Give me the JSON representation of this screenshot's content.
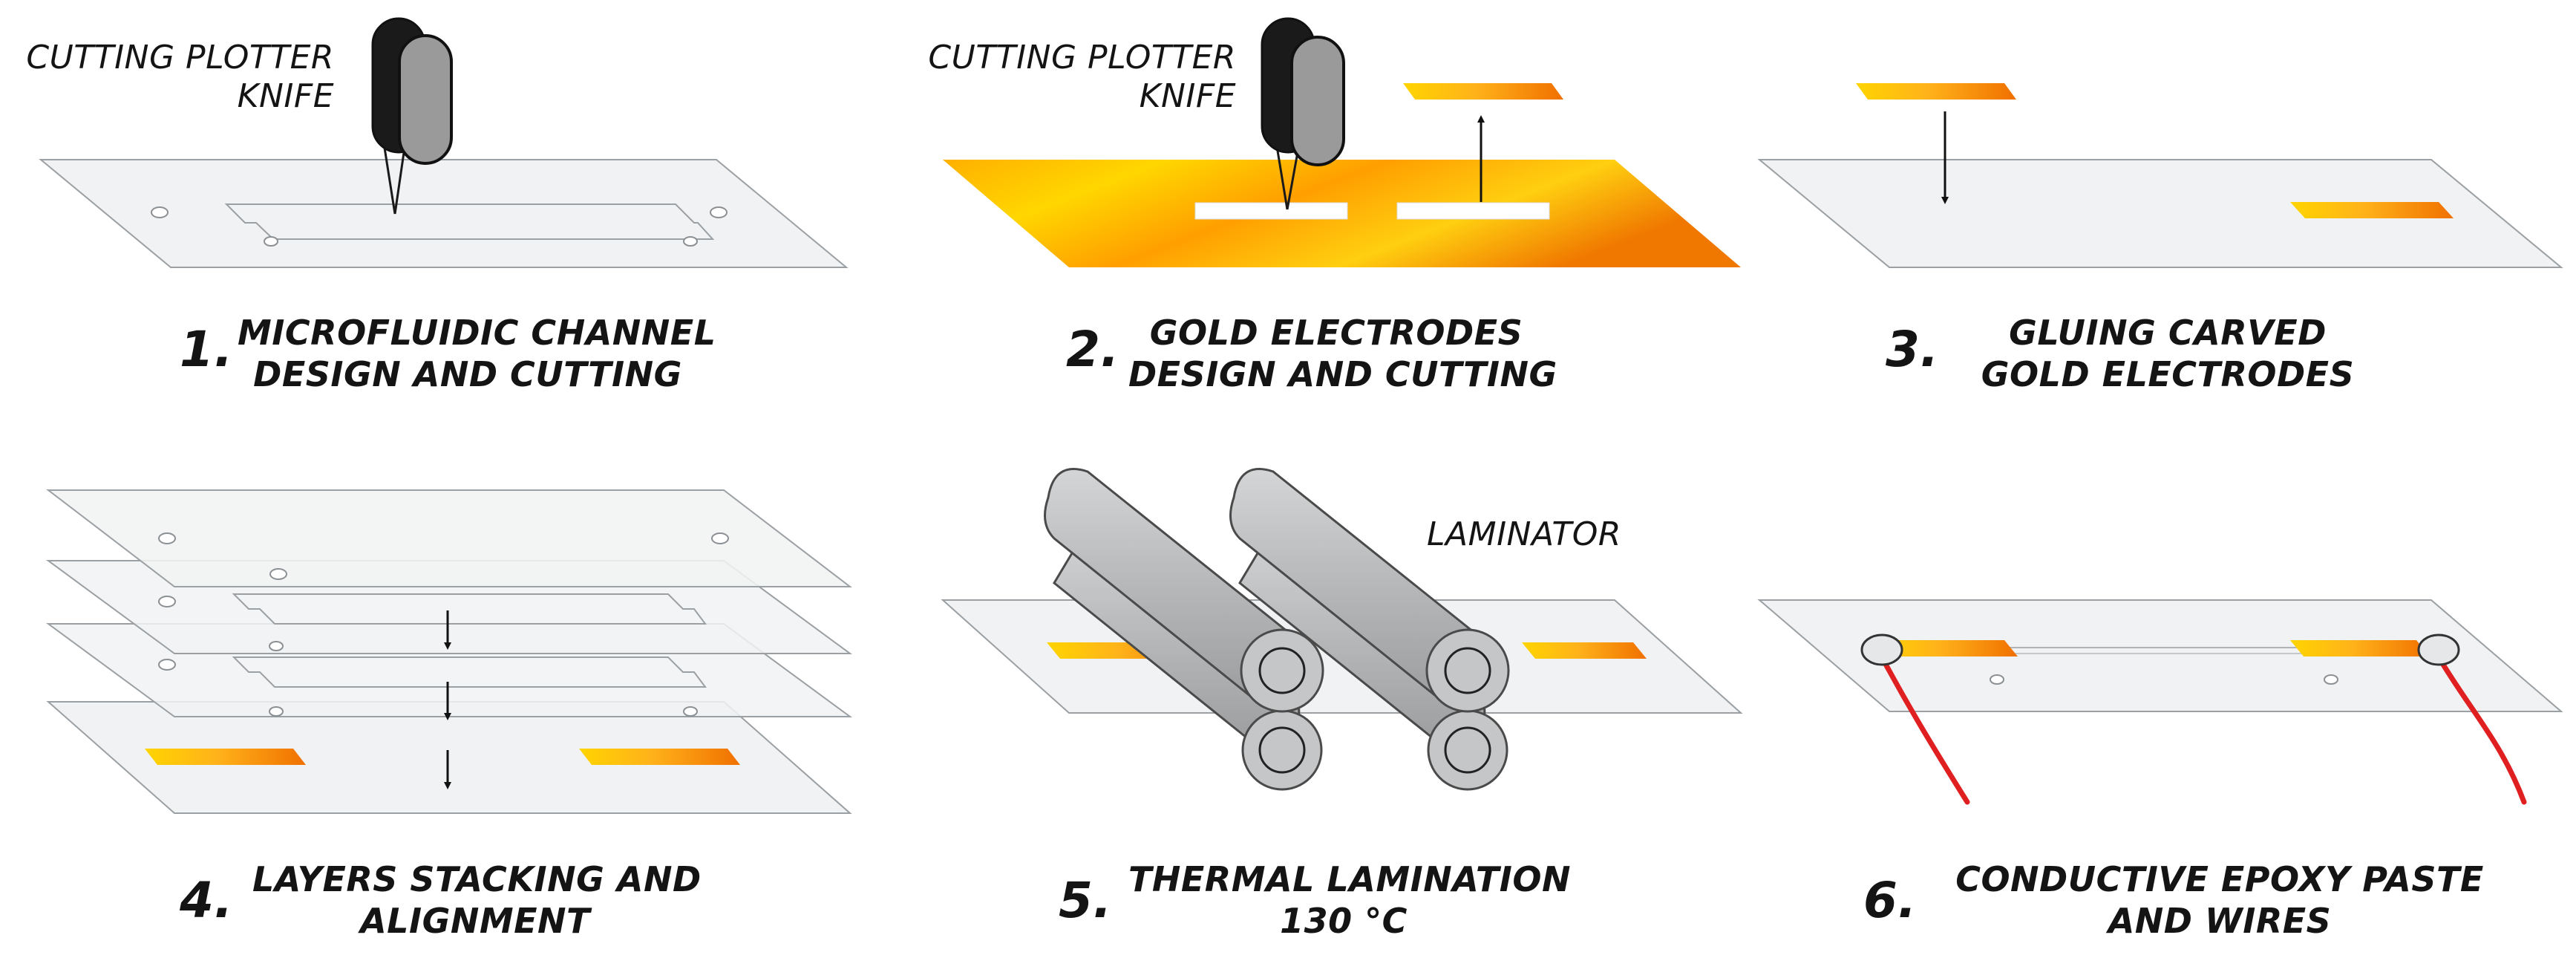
{
  "colors": {
    "sheet_fill": "#f1f2f3",
    "sheet_stroke": "#9aa0a4",
    "gold_light": "#ffd400",
    "gold_mid": "#ffae1a",
    "gold_dark": "#f07800",
    "roller_fill": "#bfc1c3",
    "roller_stroke": "#4a4a4a",
    "knife_dark": "#1a1a1a",
    "knife_light": "#9a9a9a",
    "wire_red": "#e02020",
    "text": "#141414"
  },
  "steps": [
    {
      "number": "1.",
      "caption_line1": "MICROFLUIDIC CHANNEL",
      "caption_line2": "DESIGN AND CUTTING",
      "tool_line1": "CUTTING PLOTTER",
      "tool_line2": "KNIFE"
    },
    {
      "number": "2.",
      "caption_line1": "GOLD ELECTRODES",
      "caption_line2": "DESIGN AND CUTTING",
      "tool_line1": "CUTTING PLOTTER",
      "tool_line2": "KNIFE"
    },
    {
      "number": "3.",
      "caption_line1": "GLUING CARVED",
      "caption_line2": "GOLD ELECTRODES"
    },
    {
      "number": "4.",
      "caption_line1": "LAYERS STACKING AND",
      "caption_line2": "ALIGNMENT"
    },
    {
      "number": "5.",
      "caption_line1": "THERMAL LAMINATION",
      "caption_line2": "130 °C",
      "tool_line1": "LAMINATOR"
    },
    {
      "number": "6.",
      "caption_line1": "CONDUCTIVE EPOXY PASTE",
      "caption_line2": "AND WIRES"
    }
  ]
}
